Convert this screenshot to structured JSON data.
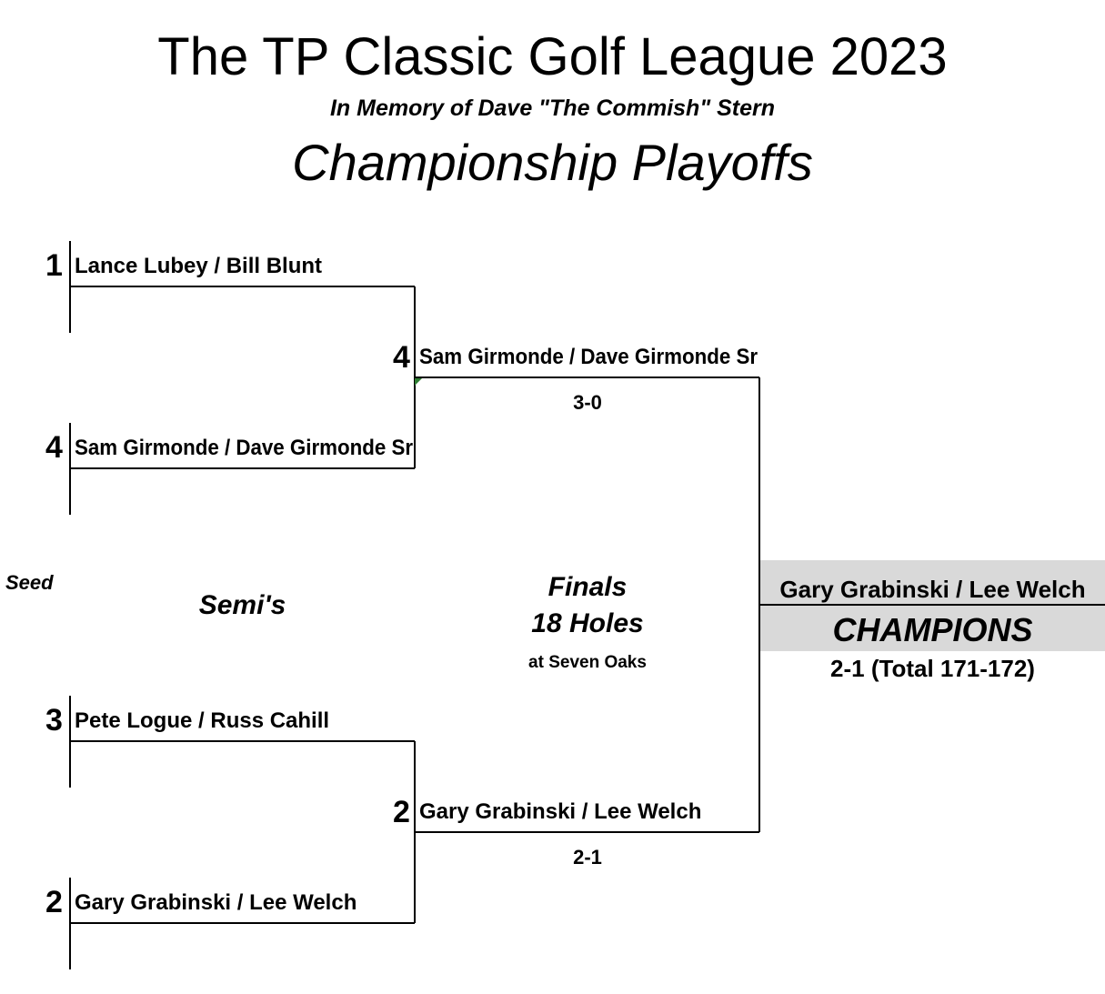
{
  "header": {
    "title": "The TP Classic Golf League 2023",
    "subtitle": "In Memory of Dave \"The Commish\" Stern",
    "heading": "Championship Playoffs"
  },
  "labels": {
    "seed": "Seed",
    "semis": "Semi's",
    "finals": "Finals",
    "holes": "18 Holes",
    "venue": "at Seven Oaks"
  },
  "round1": [
    {
      "seed": "1",
      "team": "Lance Lubey / Bill Blunt"
    },
    {
      "seed": "4",
      "team": "Sam Girmonde / Dave Girmonde Sr"
    },
    {
      "seed": "3",
      "team": "Pete Logue / Russ Cahill"
    },
    {
      "seed": "2",
      "team": "Gary Grabinski / Lee Welch"
    }
  ],
  "semis": [
    {
      "seed": "4",
      "team": "Sam Girmonde / Dave Girmonde Sr",
      "score": "3-0"
    },
    {
      "seed": "2",
      "team": "Gary Grabinski / Lee Welch",
      "score": "2-1"
    }
  ],
  "champion": {
    "team": "Gary Grabinski / Lee Welch",
    "title": "CHAMPIONS",
    "score": "2-1 (Total 171-172)"
  },
  "colors": {
    "champion_fill": "#d9d9d9",
    "marker": "#2e7d32"
  }
}
